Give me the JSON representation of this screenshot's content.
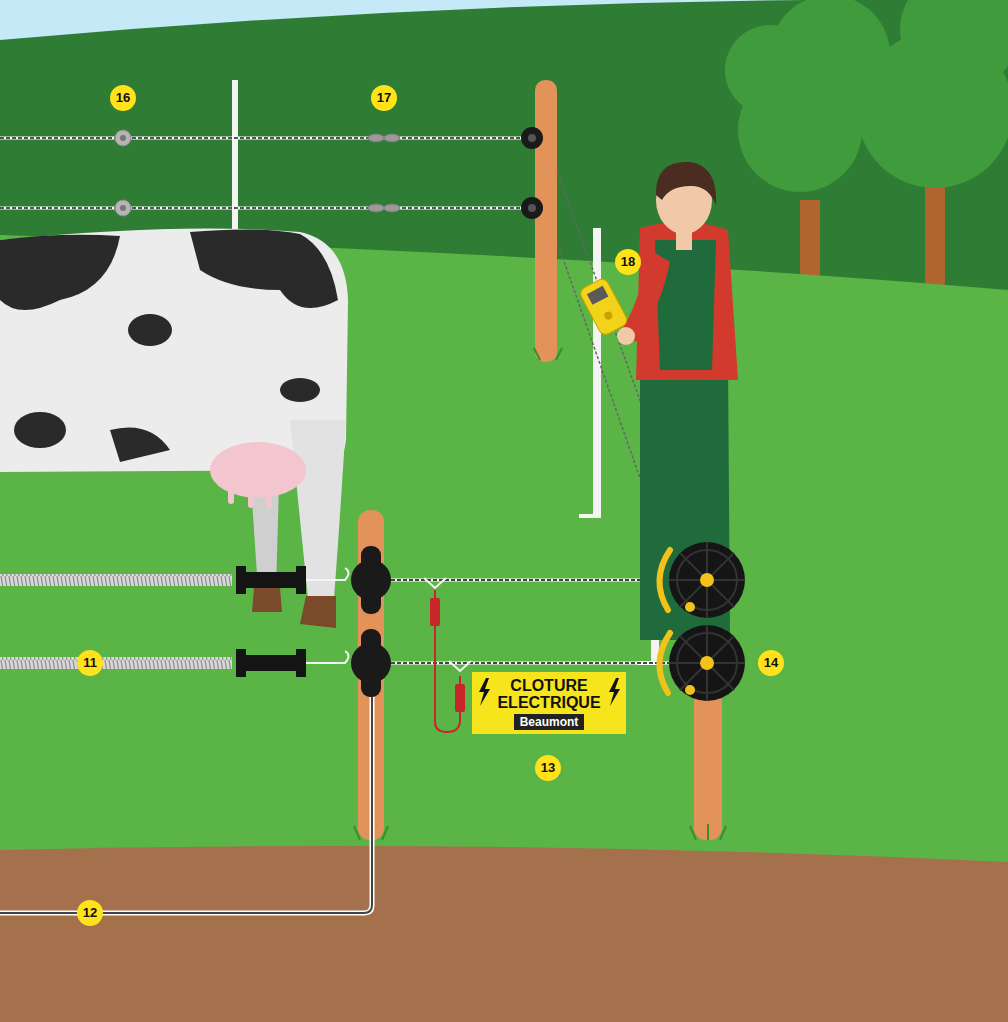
{
  "diagram": {
    "nodes": [
      {
        "text": [
          "CLOTURE ELECTRIQUE",
          "Beaumont"
        ]
      }
    ],
    "labels": [
      "16",
      "17",
      "18",
      "11",
      "12",
      "13",
      "14"
    ]
  }
}
